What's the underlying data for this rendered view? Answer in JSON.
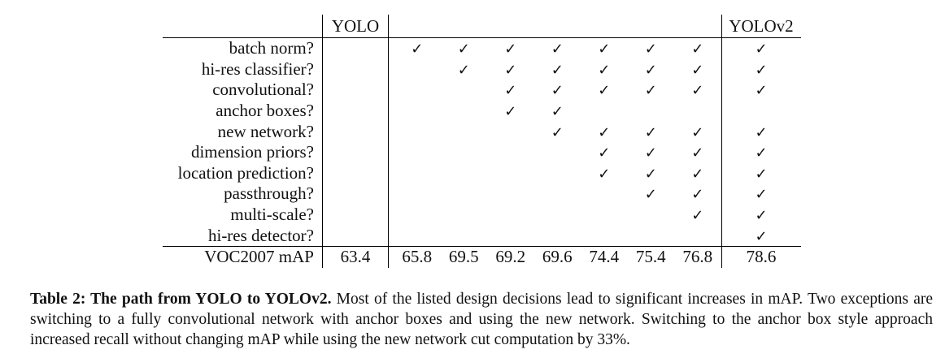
{
  "table": {
    "header": {
      "yolo": "YOLO",
      "yolov2": "YOLOv2"
    },
    "check_glyph": "✓",
    "rows": [
      {
        "label": "batch norm?",
        "yolo": "",
        "steps": [
          "✓",
          "✓",
          "✓",
          "✓",
          "✓",
          "✓",
          "✓"
        ],
        "yolov2": "✓"
      },
      {
        "label": "hi-res classifier?",
        "yolo": "",
        "steps": [
          "",
          "✓",
          "✓",
          "✓",
          "✓",
          "✓",
          "✓"
        ],
        "yolov2": "✓"
      },
      {
        "label": "convolutional?",
        "yolo": "",
        "steps": [
          "",
          "",
          "✓",
          "✓",
          "✓",
          "✓",
          "✓"
        ],
        "yolov2": "✓"
      },
      {
        "label": "anchor boxes?",
        "yolo": "",
        "steps": [
          "",
          "",
          "✓",
          "✓",
          "",
          "",
          ""
        ],
        "yolov2": ""
      },
      {
        "label": "new network?",
        "yolo": "",
        "steps": [
          "",
          "",
          "",
          "✓",
          "✓",
          "✓",
          "✓"
        ],
        "yolov2": "✓"
      },
      {
        "label": "dimension priors?",
        "yolo": "",
        "steps": [
          "",
          "",
          "",
          "",
          "✓",
          "✓",
          "✓"
        ],
        "yolov2": "✓"
      },
      {
        "label": "location prediction?",
        "yolo": "",
        "steps": [
          "",
          "",
          "",
          "",
          "✓",
          "✓",
          "✓"
        ],
        "yolov2": "✓"
      },
      {
        "label": "passthrough?",
        "yolo": "",
        "steps": [
          "",
          "",
          "",
          "",
          "",
          "✓",
          "✓"
        ],
        "yolov2": "✓"
      },
      {
        "label": "multi-scale?",
        "yolo": "",
        "steps": [
          "",
          "",
          "",
          "",
          "",
          "",
          "✓"
        ],
        "yolov2": "✓"
      },
      {
        "label": "hi-res detector?",
        "yolo": "",
        "steps": [
          "",
          "",
          "",
          "",
          "",
          "",
          ""
        ],
        "yolov2": "✓"
      }
    ],
    "map_row": {
      "label": "VOC2007 mAP",
      "yolo": "63.4",
      "steps": [
        "65.8",
        "69.5",
        "69.2",
        "69.6",
        "74.4",
        "75.4",
        "76.8"
      ],
      "yolov2": "78.6"
    }
  },
  "caption": {
    "lead": "Table 2: The path from YOLO to YOLOv2.",
    "body": " Most of the listed design decisions lead to significant increases in mAP. Two exceptions are switching to a fully convolutional network with anchor boxes and using the new network. Switching to the anchor box style approach increased recall without changing mAP while using the new network cut computation by 33%."
  }
}
